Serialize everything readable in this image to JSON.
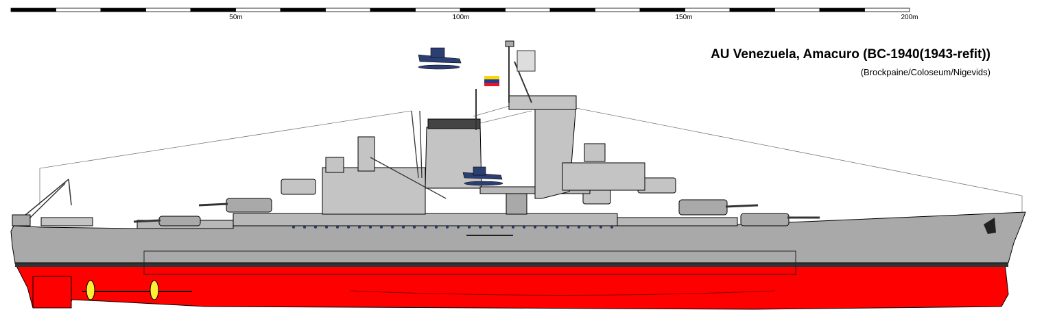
{
  "scale": {
    "labels": [
      "50m",
      "100m",
      "150m",
      "200m"
    ]
  },
  "title": "AU Venezuela, Amacuro (BC-1940(1943-refit))",
  "credits": "(Brockpaine/Coloseum/Nigevids)",
  "colors": {
    "hull": "#a9a9a9",
    "superstructure": "#c4c4c4",
    "deck_detail": "#b8b8b8",
    "antifouling": "#ff0000",
    "boot_topping": "#333333",
    "propeller": "#ffee33",
    "aircraft": "#2b3f73",
    "outline": "#000000"
  },
  "flag": {
    "stripes": [
      "#ffd700",
      "#1e3c9a",
      "#e8141e"
    ]
  }
}
